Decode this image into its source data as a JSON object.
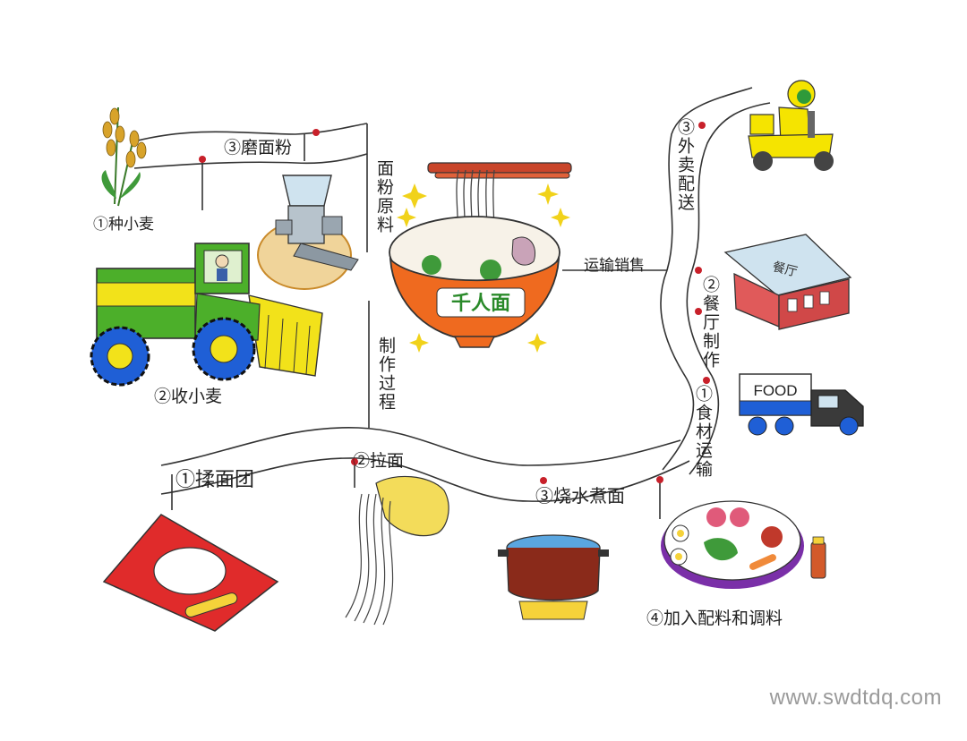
{
  "center": {
    "bowl_text": "千人面"
  },
  "branches": {
    "flour": "面粉原料",
    "process": "制作过程",
    "sales": "运输销售"
  },
  "flour_steps": [
    {
      "label": "①种小麦"
    },
    {
      "label": "②收小麦"
    },
    {
      "label": "③磨面粉"
    }
  ],
  "process_steps": [
    {
      "label": "①揉面团"
    },
    {
      "label": "②拉面"
    },
    {
      "label": "③烧水煮面"
    },
    {
      "label": "④加入配料和调料"
    }
  ],
  "sales_steps": [
    {
      "label": "①食材运输"
    },
    {
      "label": "②餐厅制作"
    },
    {
      "label": "③外卖配送"
    }
  ],
  "illustration_text": {
    "restaurant_sign": "餐厅",
    "truck_sign": "FOOD"
  },
  "watermark": "www.swdtdq.com",
  "colors": {
    "bowl": "#ef6a1f",
    "bowl_band": "#f4c22a",
    "tractor_green": "#4caf2a",
    "tractor_yellow": "#f2e21a",
    "wheel_blue": "#1f5fd6",
    "scooter_yellow": "#f5e400",
    "red_mat": "#e02b2b",
    "pot": "#8a2a1a"
  }
}
